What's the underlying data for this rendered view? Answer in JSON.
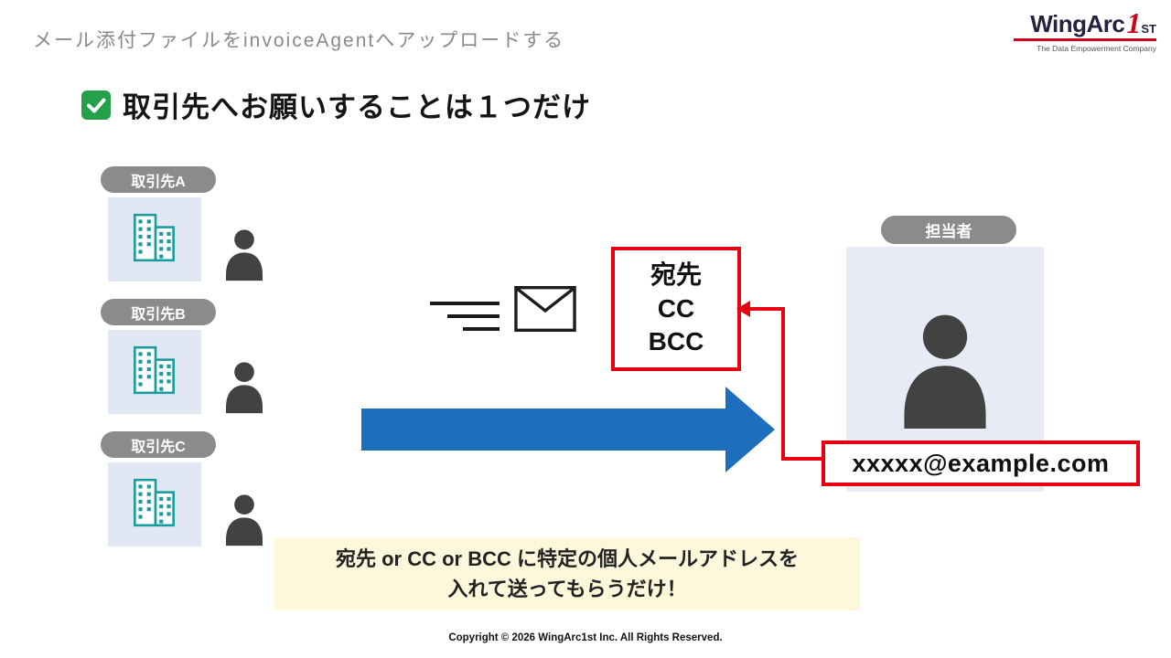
{
  "header": {
    "title": "メール添付ファイルをinvoiceAgentへアップロードする"
  },
  "logo": {
    "brand": "WingArc",
    "one": "1",
    "st": "ST",
    "tagline": "The Data Empowerment Company"
  },
  "title": {
    "text": "取引先へお願いすることは１つだけ"
  },
  "partners": [
    {
      "label": "取引先A"
    },
    {
      "label": "取引先B"
    },
    {
      "label": "取引先C"
    }
  ],
  "recipient_box": {
    "lines": [
      "宛先",
      "CC",
      "BCC"
    ]
  },
  "contact": {
    "label": "担当者",
    "email": "xxxxx@example.com"
  },
  "note": {
    "line1": "宛先 or CC or BCC に特定の個人メールアドレスを",
    "line2": "入れて送ってもらうだけ！"
  },
  "footer": {
    "copyright": "Copyright © 2026 WingArc1st Inc.  All Rights Reserved."
  },
  "colors": {
    "accent_blue": "#1d6fbe",
    "accent_red": "#e60012",
    "teal": "#1a9b9e",
    "pill_gray": "#8b8b8b",
    "panel_blue": "#e1e8f4",
    "note_yellow": "#fdf8dc",
    "person_gray": "#424242"
  }
}
